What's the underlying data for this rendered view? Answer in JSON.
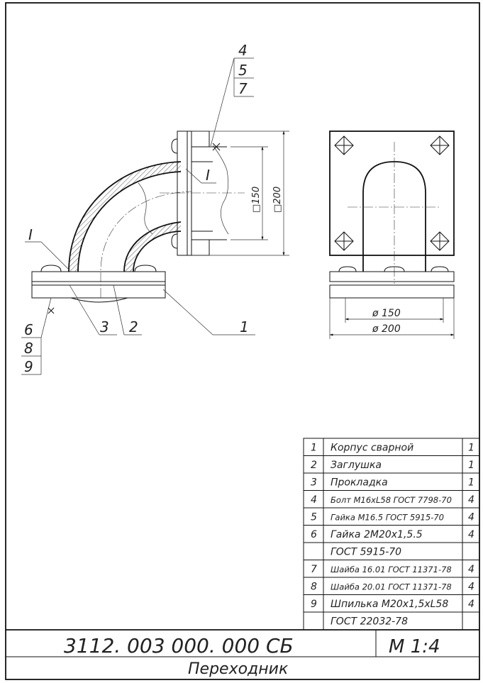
{
  "labels": {
    "leader_top": [
      "4",
      "5",
      "7"
    ],
    "leader_bottom": [
      "6",
      "8",
      "9"
    ],
    "part_3": "3",
    "part_2": "2",
    "part_1": "1",
    "detail_left": "I",
    "detail_top": "I",
    "dim_150_vertical": "□150",
    "dim_200_vertical": "□200",
    "dim_150_horizontal": "ø 150",
    "dim_200_horizontal": "ø 200"
  },
  "spec_rows": [
    {
      "pos": "1",
      "name": "Корпус сварной",
      "qty": "1"
    },
    {
      "pos": "2",
      "name": "Заглушка",
      "qty": "1"
    },
    {
      "pos": "3",
      "name": "Прокладка",
      "qty": "1"
    },
    {
      "pos": "4",
      "name": "Болт М16xL58 ГОСТ 7798-70",
      "qty": "4"
    },
    {
      "pos": "5",
      "name": "Гайка М16.5 ГОСТ 5915-70",
      "qty": "4"
    },
    {
      "pos": "6",
      "name": "Гайка 2М20x1,5.5",
      "qty": "4"
    },
    {
      "pos": "",
      "name": "ГОСТ 5915-70",
      "qty": ""
    },
    {
      "pos": "7",
      "name": "Шайба 16.01 ГОСТ 11371-78",
      "qty": "4"
    },
    {
      "pos": "8",
      "name": "Шайба 20.01 ГОСТ 11371-78",
      "qty": "4"
    },
    {
      "pos": "9",
      "name": "Шпилька М20x1,5xL58",
      "qty": "4"
    },
    {
      "pos": "",
      "name": "ГОСТ 22032-78",
      "qty": ""
    }
  ],
  "title_block": {
    "designation": "3112. 003 000. 000 СБ",
    "scale": "М 1:4",
    "name": "Переходник"
  }
}
